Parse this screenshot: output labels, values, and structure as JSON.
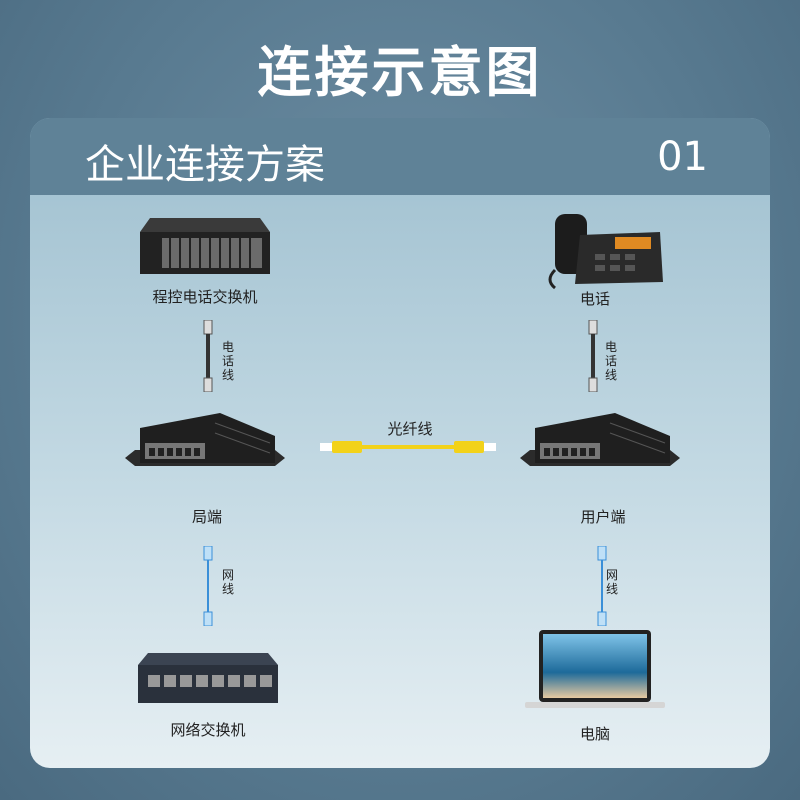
{
  "title": "连接示意图",
  "section": {
    "title": "企业连接方案",
    "number": "01"
  },
  "nodes": {
    "pbx": "程控电话交换机",
    "phone": "电话",
    "central": "局端",
    "user": "用户端",
    "switch": "网络交换机",
    "pc": "电脑"
  },
  "links": {
    "phone_line_left": "电话线",
    "phone_line_right": "电话线",
    "fiber": "光纤线",
    "net_left": "网线",
    "net_right": "网线"
  },
  "colors": {
    "fiber": "#f2d21a",
    "net_cable": "#3a8fd8"
  }
}
